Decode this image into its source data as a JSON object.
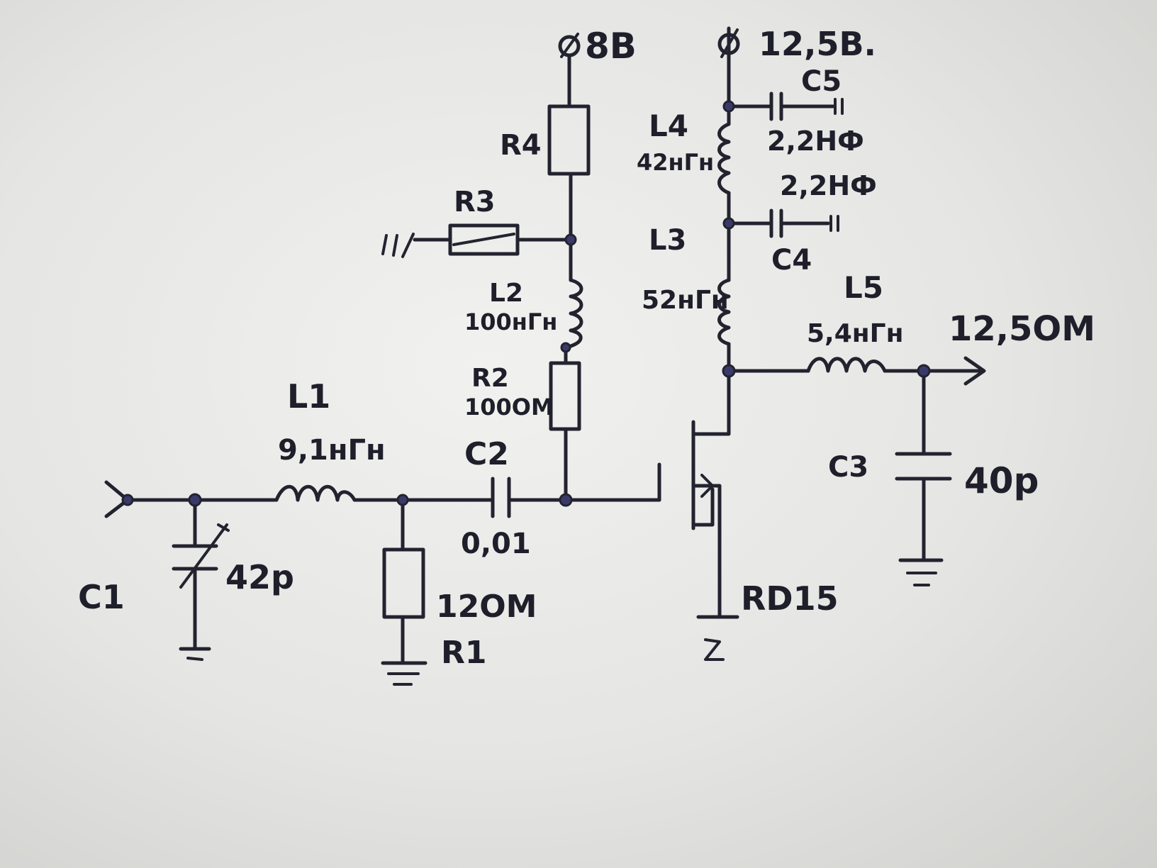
{
  "supply_gate": "8B",
  "supply_drain": "12,5B.",
  "output": "12,5ОМ",
  "components": {
    "C1": {
      "ref": "C1",
      "value": "42p"
    },
    "L1": {
      "ref": "L1",
      "value": "9,1нГн"
    },
    "R1": {
      "ref": "R1",
      "value": "12ОМ"
    },
    "C2": {
      "ref": "C2",
      "value": "0,01"
    },
    "R2": {
      "ref": "R2",
      "value": "100ОМ"
    },
    "L2": {
      "ref": "L2",
      "value": "100нГн"
    },
    "R3": {
      "ref": "R3"
    },
    "R4": {
      "ref": "R4"
    },
    "L3": {
      "ref": "L3",
      "value": "52нГн"
    },
    "L4": {
      "ref": "L4",
      "value": "42нГн"
    },
    "C4": {
      "ref": "C4",
      "value": "2,2НФ"
    },
    "C5": {
      "ref": "C5",
      "value": "2,2НФ"
    },
    "L5": {
      "ref": "L5",
      "value": "5,4нГн"
    },
    "C3": {
      "ref": "C3",
      "value": "40p"
    },
    "Q1": {
      "ref": "RD15"
    }
  }
}
